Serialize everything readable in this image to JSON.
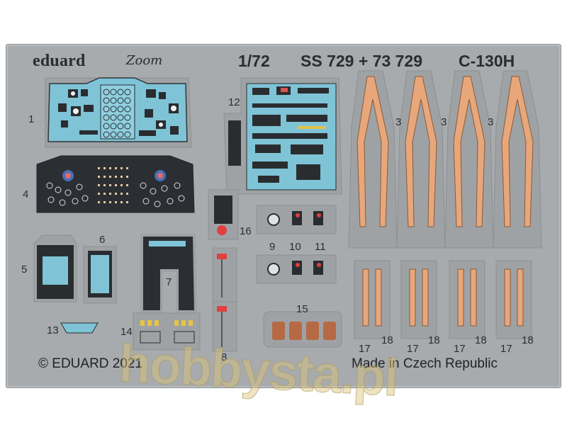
{
  "sheet": {
    "brand": "eduard",
    "series_logo": "Zoom",
    "scale": "1/72",
    "catalog": "SS 729 + 73 729",
    "aircraft": "C-130H",
    "copyright": "© EDUARD 2021",
    "origin": "Made in Czech Republic",
    "watermark": "hobbysta.pl"
  },
  "part_numbers": [
    "1",
    "3",
    "3",
    "3",
    "4",
    "5",
    "6",
    "7",
    "8",
    "9",
    "10",
    "11",
    "12",
    "13",
    "14",
    "15",
    "16",
    "17",
    "17",
    "17",
    "17",
    "18",
    "18",
    "18",
    "18"
  ],
  "colors": {
    "sheet": "#a7abae",
    "panel_blue": "#7fc3d6",
    "panel_dark": "#2a2d30",
    "harness_orange": "#e8a77a",
    "text": "#2a2d30"
  }
}
